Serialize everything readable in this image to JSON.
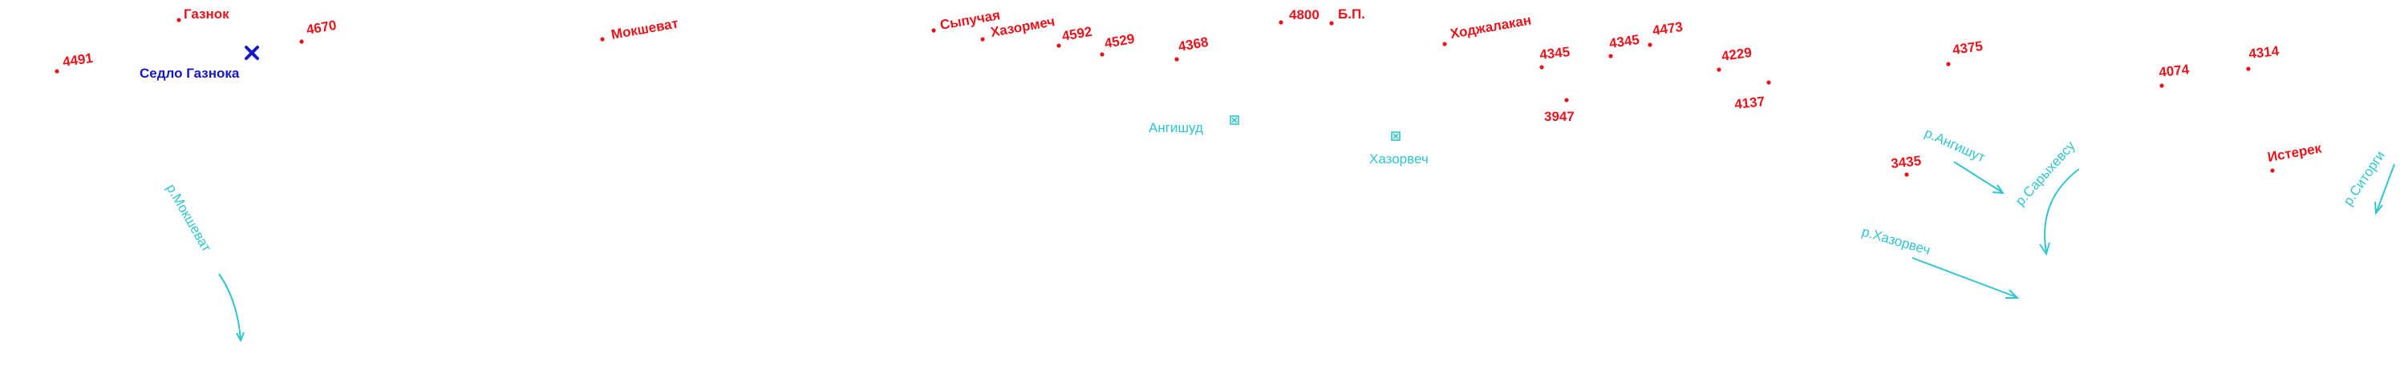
{
  "colors": {
    "peak": "#e8141b",
    "pass": "#1316c9",
    "water": "#31c5cf",
    "background": "#ffffff"
  },
  "icons": {
    "peak_marker": "dot-icon",
    "pass_marker": "cross-icon",
    "settlement_marker": "square-icon",
    "river_arrow": "arrow-icon"
  },
  "peaks": [
    {
      "name": "Газнок"
    },
    {
      "name": "4670"
    },
    {
      "name": "4491"
    },
    {
      "name": "Мокшеват"
    },
    {
      "name": "Сыпучая"
    },
    {
      "name": "Хазормеч"
    },
    {
      "name": "4592"
    },
    {
      "name": "4529"
    },
    {
      "name": "4368"
    },
    {
      "name": "4800"
    },
    {
      "name": "Б.П."
    },
    {
      "name": "Ходжалакан"
    },
    {
      "name": "4345"
    },
    {
      "name": "4345"
    },
    {
      "name": "4473"
    },
    {
      "name": "3947"
    },
    {
      "name": "4229"
    },
    {
      "name": "4137"
    },
    {
      "name": "4375"
    },
    {
      "name": "4074"
    },
    {
      "name": "4314"
    },
    {
      "name": "3435"
    },
    {
      "name": "Истерек"
    }
  ],
  "passes": [
    {
      "name": "Седло Газнока"
    }
  ],
  "settlements": [
    {
      "name": "Ангишуд"
    },
    {
      "name": "Хазорвеч"
    }
  ],
  "rivers": [
    {
      "name": "р.Мокшеват"
    },
    {
      "name": "р.Ангишут"
    },
    {
      "name": "р.Сарыхевсу"
    },
    {
      "name": "р.Хазорвеч"
    },
    {
      "name": "р.Ситорги"
    }
  ]
}
